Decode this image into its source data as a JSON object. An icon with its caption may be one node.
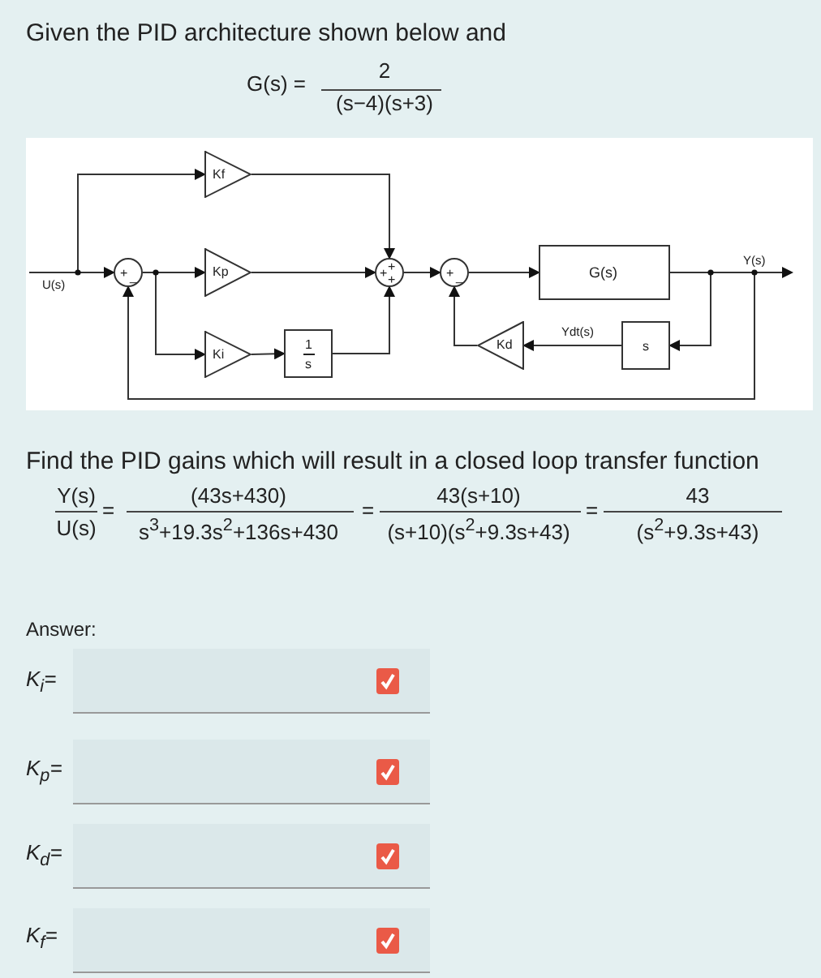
{
  "diagram": {
    "nodes": [
      {
        "text": [
          "+",
          "_"
        ]
      },
      {
        "text": [
          "Kf"
        ]
      },
      {
        "text": [
          "Kp"
        ]
      },
      {
        "text": [
          "Ki"
        ]
      },
      {
        "text": [
          "1",
          "s"
        ]
      },
      {
        "text": [
          "+",
          "+",
          "+"
        ]
      },
      {
        "text": [
          "+",
          "_"
        ]
      },
      {
        "text": [
          "G(s)"
        ]
      },
      {
        "text": [
          "s"
        ]
      },
      {
        "text": [
          "Kd"
        ]
      }
    ],
    "edges": [
      {
        "from": null,
        "to": 0,
        "arrow": "to",
        "label": "U(s)"
      },
      {
        "from": null,
        "to": 1,
        "arrow": "to"
      },
      {
        "from": 0,
        "to": 2,
        "arrow": "to"
      },
      {
        "from": 0,
        "to": 3,
        "arrow": "to"
      },
      {
        "from": 1,
        "to": 5,
        "arrow": "to"
      },
      {
        "from": 2,
        "to": 5,
        "arrow": "to"
      },
      {
        "from": 3,
        "to": 4,
        "arrow": "to"
      },
      {
        "from": 4,
        "to": 5,
        "arrow": "to"
      },
      {
        "from": 5,
        "to": 6,
        "arrow": "to"
      },
      {
        "from": 6,
        "to": 7,
        "arrow": "to"
      },
      {
        "from": 7,
        "to": null,
        "arrow": "to",
        "label": "Y(s)"
      },
      {
        "from": 7,
        "to": 8,
        "arrow": "to"
      },
      {
        "from": 8,
        "to": 9,
        "arrow": "to",
        "label": "Ydt(s)"
      },
      {
        "from": 9,
        "to": 6,
        "arrow": "to"
      },
      {
        "from": 7,
        "to": 0,
        "arrow": "to"
      }
    ],
    "labels": [
      "Given the PID architecture shown below and",
      "G(s) =",
      "2",
      "(s−4)(s+3)",
      "Find the PID gains which will result in a closed loop transfer function",
      "Y(s)",
      "U(s)",
      "=",
      "(43s+430)",
      "s$^{3}$+19.3s$^{2}$+136s+430",
      "=",
      "43(s+10)",
      "(s+10)(s$^{2}$+9.3s+43)",
      "=",
      "43",
      "(s$^{2}$+9.3s+43)",
      "Answer:",
      "K$_{i}$=",
      "K$_{p}$=",
      "K$_{d}$=",
      "K$_{f}$="
    ]
  }
}
